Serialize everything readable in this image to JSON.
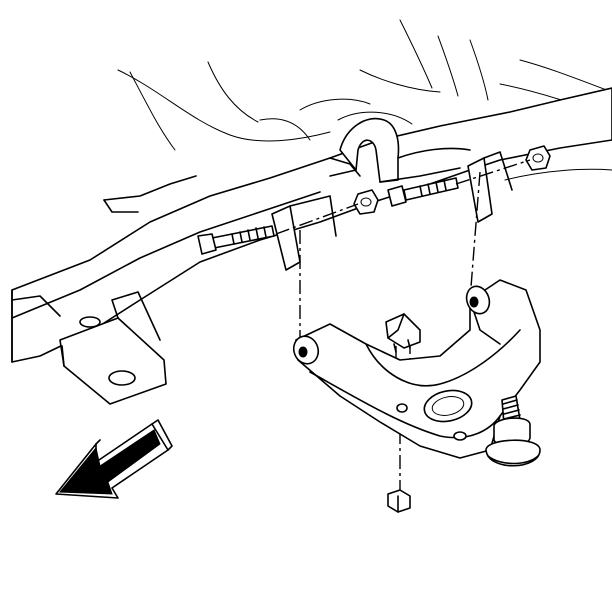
{
  "diagram": {
    "description_labels": [],
    "components": [
      "vehicle-frame",
      "upper-control-arm",
      "front-pivot-bolt",
      "rear-pivot-bolt",
      "front-pivot-nut",
      "rear-pivot-nut",
      "bump-stop",
      "ball-joint",
      "ball-joint-nut"
    ],
    "direction_arrow": "front-direction-arrow",
    "colors": {
      "line": "#000000",
      "background": "#ffffff"
    }
  }
}
